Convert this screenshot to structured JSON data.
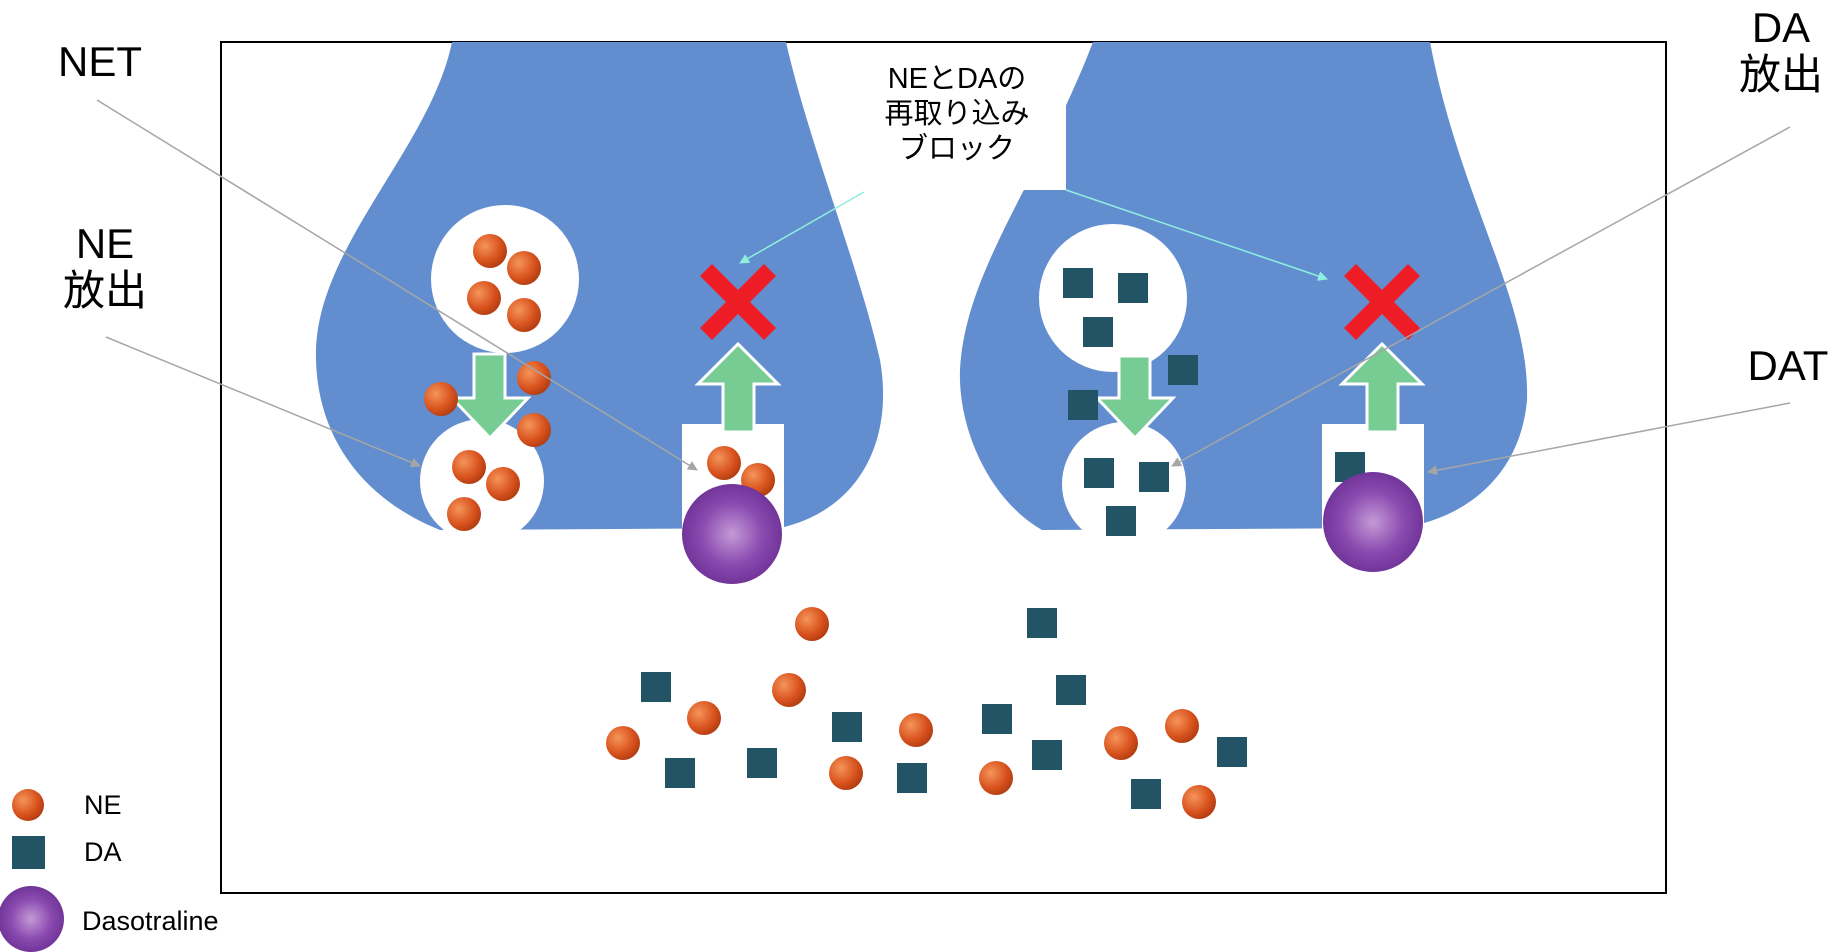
{
  "labels": {
    "net": "NET",
    "ne_release": [
      "NE",
      "放出"
    ],
    "da_release": [
      "DA",
      "放出"
    ],
    "dat": "DAT",
    "block": [
      "NEとDAの",
      "再取り込み",
      "ブロック"
    ]
  },
  "legend": [
    {
      "symbol": "ne-circle",
      "text": "NE"
    },
    {
      "symbol": "da-square",
      "text": "DA"
    },
    {
      "symbol": "dasotraline-sphere",
      "text": "Dasotraline"
    }
  ],
  "colors": {
    "neuron": "#628ed0",
    "ne": "#d9531e",
    "da": "#235466",
    "dasotraline": "#8b4bb0",
    "block_x": "#ee1c24",
    "arrow": "#77cc93",
    "pointer": "#a6a6a6",
    "pointer_block": "#8ef0dd"
  }
}
